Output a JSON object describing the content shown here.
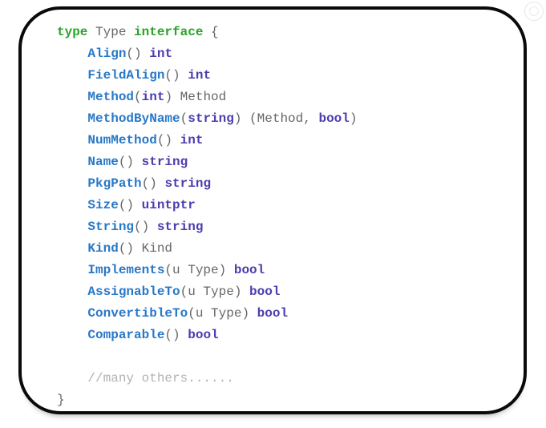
{
  "page": {
    "background": "#ffffff"
  },
  "frame": {
    "border_color": "#0a0a0a",
    "shape": "rounded-rectangle"
  },
  "colors": {
    "keyword": "#28a428",
    "name": "#2878c8",
    "type": "#4a3daf",
    "plain": "#666666",
    "comment": "#b2b2b2"
  },
  "icons": {
    "watermark": "faint-circle-logo-icon"
  },
  "code": {
    "language": "go",
    "lines": [
      {
        "indent": 0,
        "tokens": [
          {
            "t": "type",
            "s": "keyword"
          },
          {
            "t": " Type ",
            "s": "plain"
          },
          {
            "t": "interface",
            "s": "keyword"
          },
          {
            "t": " {",
            "s": "plain"
          }
        ]
      },
      {
        "indent": 1,
        "tokens": [
          {
            "t": "Align",
            "s": "name"
          },
          {
            "t": "() ",
            "s": "plain"
          },
          {
            "t": "int",
            "s": "type"
          }
        ]
      },
      {
        "indent": 1,
        "tokens": [
          {
            "t": "FieldAlign",
            "s": "name"
          },
          {
            "t": "() ",
            "s": "plain"
          },
          {
            "t": "int",
            "s": "type"
          }
        ]
      },
      {
        "indent": 1,
        "tokens": [
          {
            "t": "Method",
            "s": "name"
          },
          {
            "t": "(",
            "s": "plain"
          },
          {
            "t": "int",
            "s": "type"
          },
          {
            "t": ") Method",
            "s": "plain"
          }
        ]
      },
      {
        "indent": 1,
        "tokens": [
          {
            "t": "MethodByName",
            "s": "name"
          },
          {
            "t": "(",
            "s": "plain"
          },
          {
            "t": "string",
            "s": "type"
          },
          {
            "t": ") (Method, ",
            "s": "plain"
          },
          {
            "t": "bool",
            "s": "type"
          },
          {
            "t": ")",
            "s": "plain"
          }
        ]
      },
      {
        "indent": 1,
        "tokens": [
          {
            "t": "NumMethod",
            "s": "name"
          },
          {
            "t": "() ",
            "s": "plain"
          },
          {
            "t": "int",
            "s": "type"
          }
        ]
      },
      {
        "indent": 1,
        "tokens": [
          {
            "t": "Name",
            "s": "name"
          },
          {
            "t": "() ",
            "s": "plain"
          },
          {
            "t": "string",
            "s": "type"
          }
        ]
      },
      {
        "indent": 1,
        "tokens": [
          {
            "t": "PkgPath",
            "s": "name"
          },
          {
            "t": "() ",
            "s": "plain"
          },
          {
            "t": "string",
            "s": "type"
          }
        ]
      },
      {
        "indent": 1,
        "tokens": [
          {
            "t": "Size",
            "s": "name"
          },
          {
            "t": "() ",
            "s": "plain"
          },
          {
            "t": "uintptr",
            "s": "type"
          }
        ]
      },
      {
        "indent": 1,
        "tokens": [
          {
            "t": "String",
            "s": "name"
          },
          {
            "t": "() ",
            "s": "plain"
          },
          {
            "t": "string",
            "s": "type"
          }
        ]
      },
      {
        "indent": 1,
        "tokens": [
          {
            "t": "Kind",
            "s": "name"
          },
          {
            "t": "() Kind",
            "s": "plain"
          }
        ]
      },
      {
        "indent": 1,
        "tokens": [
          {
            "t": "Implements",
            "s": "name"
          },
          {
            "t": "(u Type) ",
            "s": "plain"
          },
          {
            "t": "bool",
            "s": "type"
          }
        ]
      },
      {
        "indent": 1,
        "tokens": [
          {
            "t": "AssignableTo",
            "s": "name"
          },
          {
            "t": "(u Type) ",
            "s": "plain"
          },
          {
            "t": "bool",
            "s": "type"
          }
        ]
      },
      {
        "indent": 1,
        "tokens": [
          {
            "t": "ConvertibleTo",
            "s": "name"
          },
          {
            "t": "(u Type) ",
            "s": "plain"
          },
          {
            "t": "bool",
            "s": "type"
          }
        ]
      },
      {
        "indent": 1,
        "tokens": [
          {
            "t": "Comparable",
            "s": "name"
          },
          {
            "t": "() ",
            "s": "plain"
          },
          {
            "t": "bool",
            "s": "type"
          }
        ]
      },
      {
        "indent": 1,
        "tokens": []
      },
      {
        "indent": 1,
        "tokens": [
          {
            "t": "//many others......",
            "s": "comment"
          }
        ]
      },
      {
        "indent": 0,
        "tokens": [
          {
            "t": "}",
            "s": "plain"
          }
        ]
      }
    ]
  }
}
